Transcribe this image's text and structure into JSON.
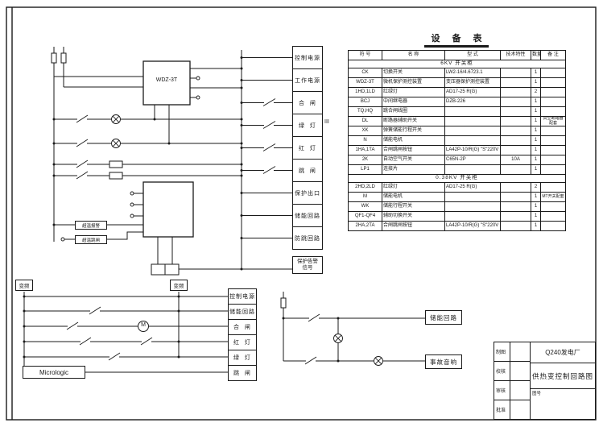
{
  "page": {
    "background": "#ffffff",
    "line_color": "#1a1a1a"
  },
  "equipment_table": {
    "title": "设 备 表",
    "headers": [
      "符 号",
      "名 称",
      "型 式",
      "技术特性",
      "数量",
      "备 注"
    ],
    "sections": [
      {
        "header": "6KV 开关柜",
        "rows": [
          [
            "CK",
            "切换开关",
            "LW2-16/4.6723.1",
            "",
            "1",
            ""
          ],
          [
            "WDZ-3T",
            "微机保护测控装置",
            "变压器保护测控装置",
            "",
            "1",
            ""
          ],
          [
            "1HD,1LD",
            "红绿灯",
            "AD17-25  R(G)",
            "",
            "2",
            ""
          ],
          [
            "BCJ",
            "中间继电器",
            "DZB-226",
            "",
            "1",
            ""
          ],
          [
            "TQ,HQ",
            "跳合闸线圈",
            "",
            "",
            "1",
            ""
          ],
          [
            "DL",
            "断路器辅助开关",
            "",
            "",
            "1",
            "真空断路器配套"
          ],
          [
            "XK",
            "弹簧储能行程开关",
            "",
            "",
            "1",
            ""
          ],
          [
            "N",
            "储能电机",
            "",
            "",
            "1",
            ""
          ],
          [
            "1HA,1TA",
            "合闸跳闸按钮",
            "LA42P-10/R(G) \"S\"220V",
            "",
            "1",
            ""
          ],
          [
            "2K",
            "自动空气开关",
            "C65N-2P",
            "10A",
            "1",
            ""
          ],
          [
            "LP1",
            "连接片",
            "",
            "",
            "1",
            ""
          ]
        ]
      },
      {
        "header": "0.38KV 开关柜",
        "rows": [
          [
            "2HD,2LD",
            "红绿灯",
            "AD17-25  R(G)",
            "",
            "2",
            ""
          ],
          [
            "M",
            "储能电机",
            "",
            "",
            "1",
            "MT开关配套"
          ],
          [
            "WK",
            "储能行程开关",
            "",
            "",
            "1",
            ""
          ],
          [
            "QF1-QF4",
            "辅助切换开关",
            "",
            "",
            "1",
            ""
          ],
          [
            "2HA,2TA",
            "合闸跳闸按钮",
            "LA42P-10/R(G) \"S\"220V",
            "",
            "1",
            ""
          ]
        ]
      }
    ]
  },
  "stacks": {
    "upper": [
      "控制电源",
      "工作电源",
      "合  闸",
      "绿  灯",
      "红  灯",
      "跳  闸",
      "保护出口",
      "储能回路",
      "防跳回路"
    ],
    "alarm_box": "保护告警信号",
    "lower": [
      "控制电源",
      "储能回路",
      "合  闸",
      "红  灯",
      "绿  灯",
      "跳  闸"
    ],
    "energy_box": "储能回路",
    "sound_box": "事故音响"
  },
  "schematic_labels": {
    "device_block": "WDZ-3T",
    "group_mark": "III",
    "trip_unit": "Micrologic",
    "vfd_left": "变频",
    "vfd_right": "变频",
    "overtemp_alarm": "超温报警",
    "overtemp_trip": "超温跳闸",
    "motor": "M"
  },
  "title_block": {
    "company": "Q240发电厂",
    "drawing_title": "供热变控制回路图",
    "number_label": "图号",
    "fields": [
      "制图",
      "校核",
      "审核",
      "批准"
    ]
  }
}
